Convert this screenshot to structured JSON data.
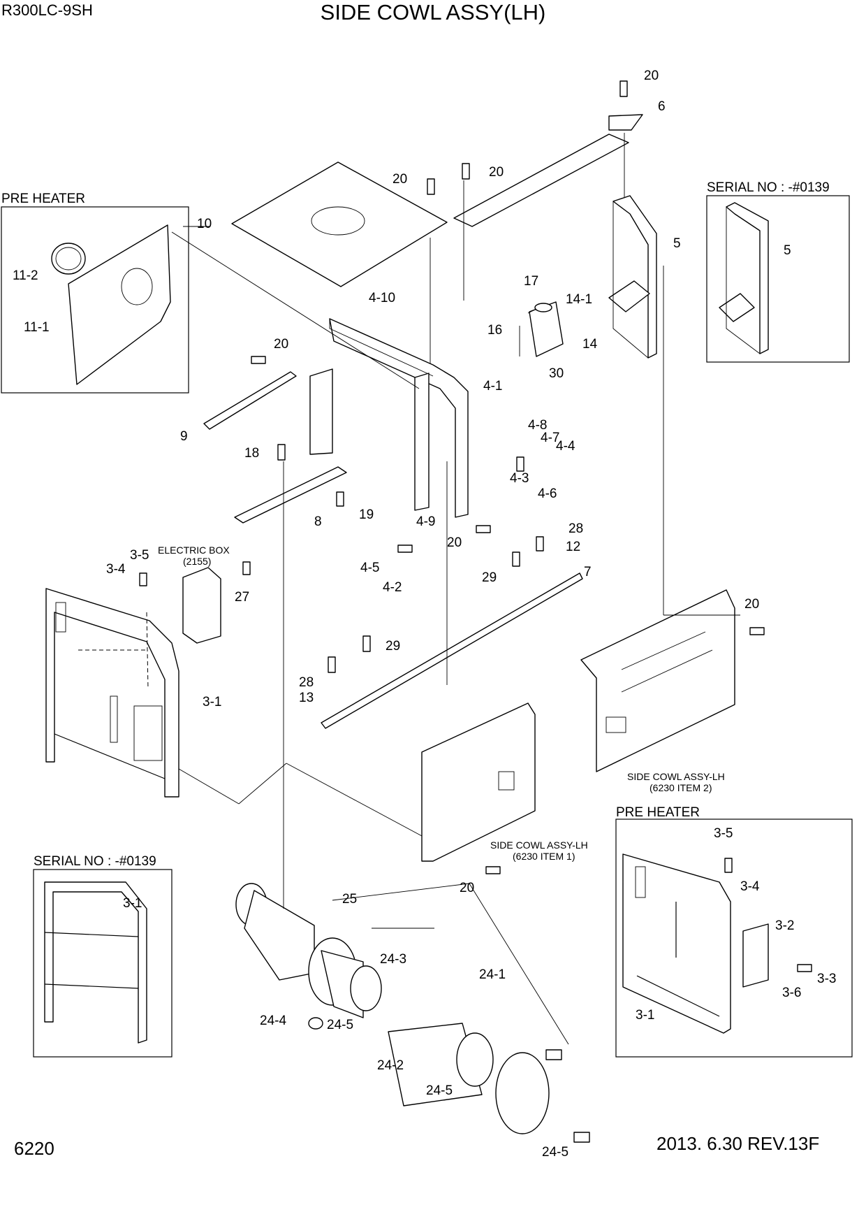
{
  "header": {
    "model": "R300LC-9SH",
    "title": "SIDE COWL ASSY(LH)"
  },
  "footer": {
    "page_number": "6220",
    "revision": "2013. 6.30  REV.13F"
  },
  "boxes": {
    "pre_heater_top": "PRE HEATER",
    "serial_right": "SERIAL NO : -#0139",
    "serial_left": "SERIAL NO : -#0139",
    "pre_heater_bottom": "PRE HEATER"
  },
  "notes": {
    "electric_box": "ELECTRIC BOX",
    "electric_box_ref": "(2155)",
    "side_cowl_2": "SIDE COWL ASSY-LH",
    "side_cowl_2_ref": "(6230 ITEM 2)",
    "side_cowl_1": "SIDE COWL ASSY-LH",
    "side_cowl_1_ref": "(6230 ITEM 1)"
  },
  "callouts": {
    "p20_top": "20",
    "p6": "6",
    "p20_a": "20",
    "p20_b": "20",
    "p10": "10",
    "p5": "5",
    "p5_box": "5",
    "p11_2": "11-2",
    "p11_1": "11-1",
    "p17": "17",
    "p14_1": "14-1",
    "p16": "16",
    "p14": "14",
    "p30": "30",
    "p4_10": "4-10",
    "p20_c": "20",
    "p4_1": "4-1",
    "p9": "9",
    "p4_8": "4-8",
    "p4_7": "4-7",
    "p4_4": "4-4",
    "p18": "18",
    "p4_3": "4-3",
    "p4_6": "4-6",
    "p19": "19",
    "p8": "8",
    "p4_9": "4-9",
    "p20_d": "20",
    "p28_a": "28",
    "p12": "12",
    "p3_5": "3-5",
    "p3_4": "3-4",
    "p27": "27",
    "p4_5": "4-5",
    "p4_2": "4-2",
    "p29_a": "29",
    "p7": "7",
    "p20_e": "20",
    "p3_1": "3-1",
    "p29_b": "29",
    "p28_b": "28",
    "p13": "13",
    "p20_f": "20",
    "p3_1_box": "3-1",
    "p25": "25",
    "p24_3": "24-3",
    "p24_1": "24-1",
    "p24_4": "24-4",
    "p24_5_a": "24-5",
    "p24_2": "24-2",
    "p24_5_b": "24-5",
    "p24_5_c": "24-5",
    "p3_5_box": "3-5",
    "p3_4_box": "3-4",
    "p3_2_box": "3-2",
    "p3_3_box": "3-3",
    "p3_6_box": "3-6",
    "p3_1_box2": "3-1"
  }
}
